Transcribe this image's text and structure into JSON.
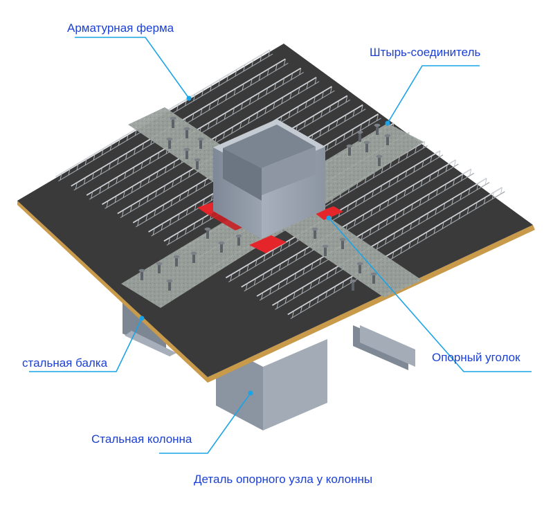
{
  "labels": {
    "rebar_truss": "Арматурная ферма",
    "shear_stud": "Штырь-соединитель",
    "steel_beam": "стальная балка",
    "support_angle": "Опорный уголок",
    "steel_column": "Стальная колонна"
  },
  "caption": "Деталь опорного узла у колонны",
  "colors": {
    "label_text": "#1a3fd6",
    "leader_line": "#1aa3e6",
    "deck": "#3b3b3b",
    "deck_edge": "#c89a4a",
    "concrete_strip": "#9aa09b",
    "steel": "#8c95a3",
    "support_angle": "#e4262b"
  }
}
